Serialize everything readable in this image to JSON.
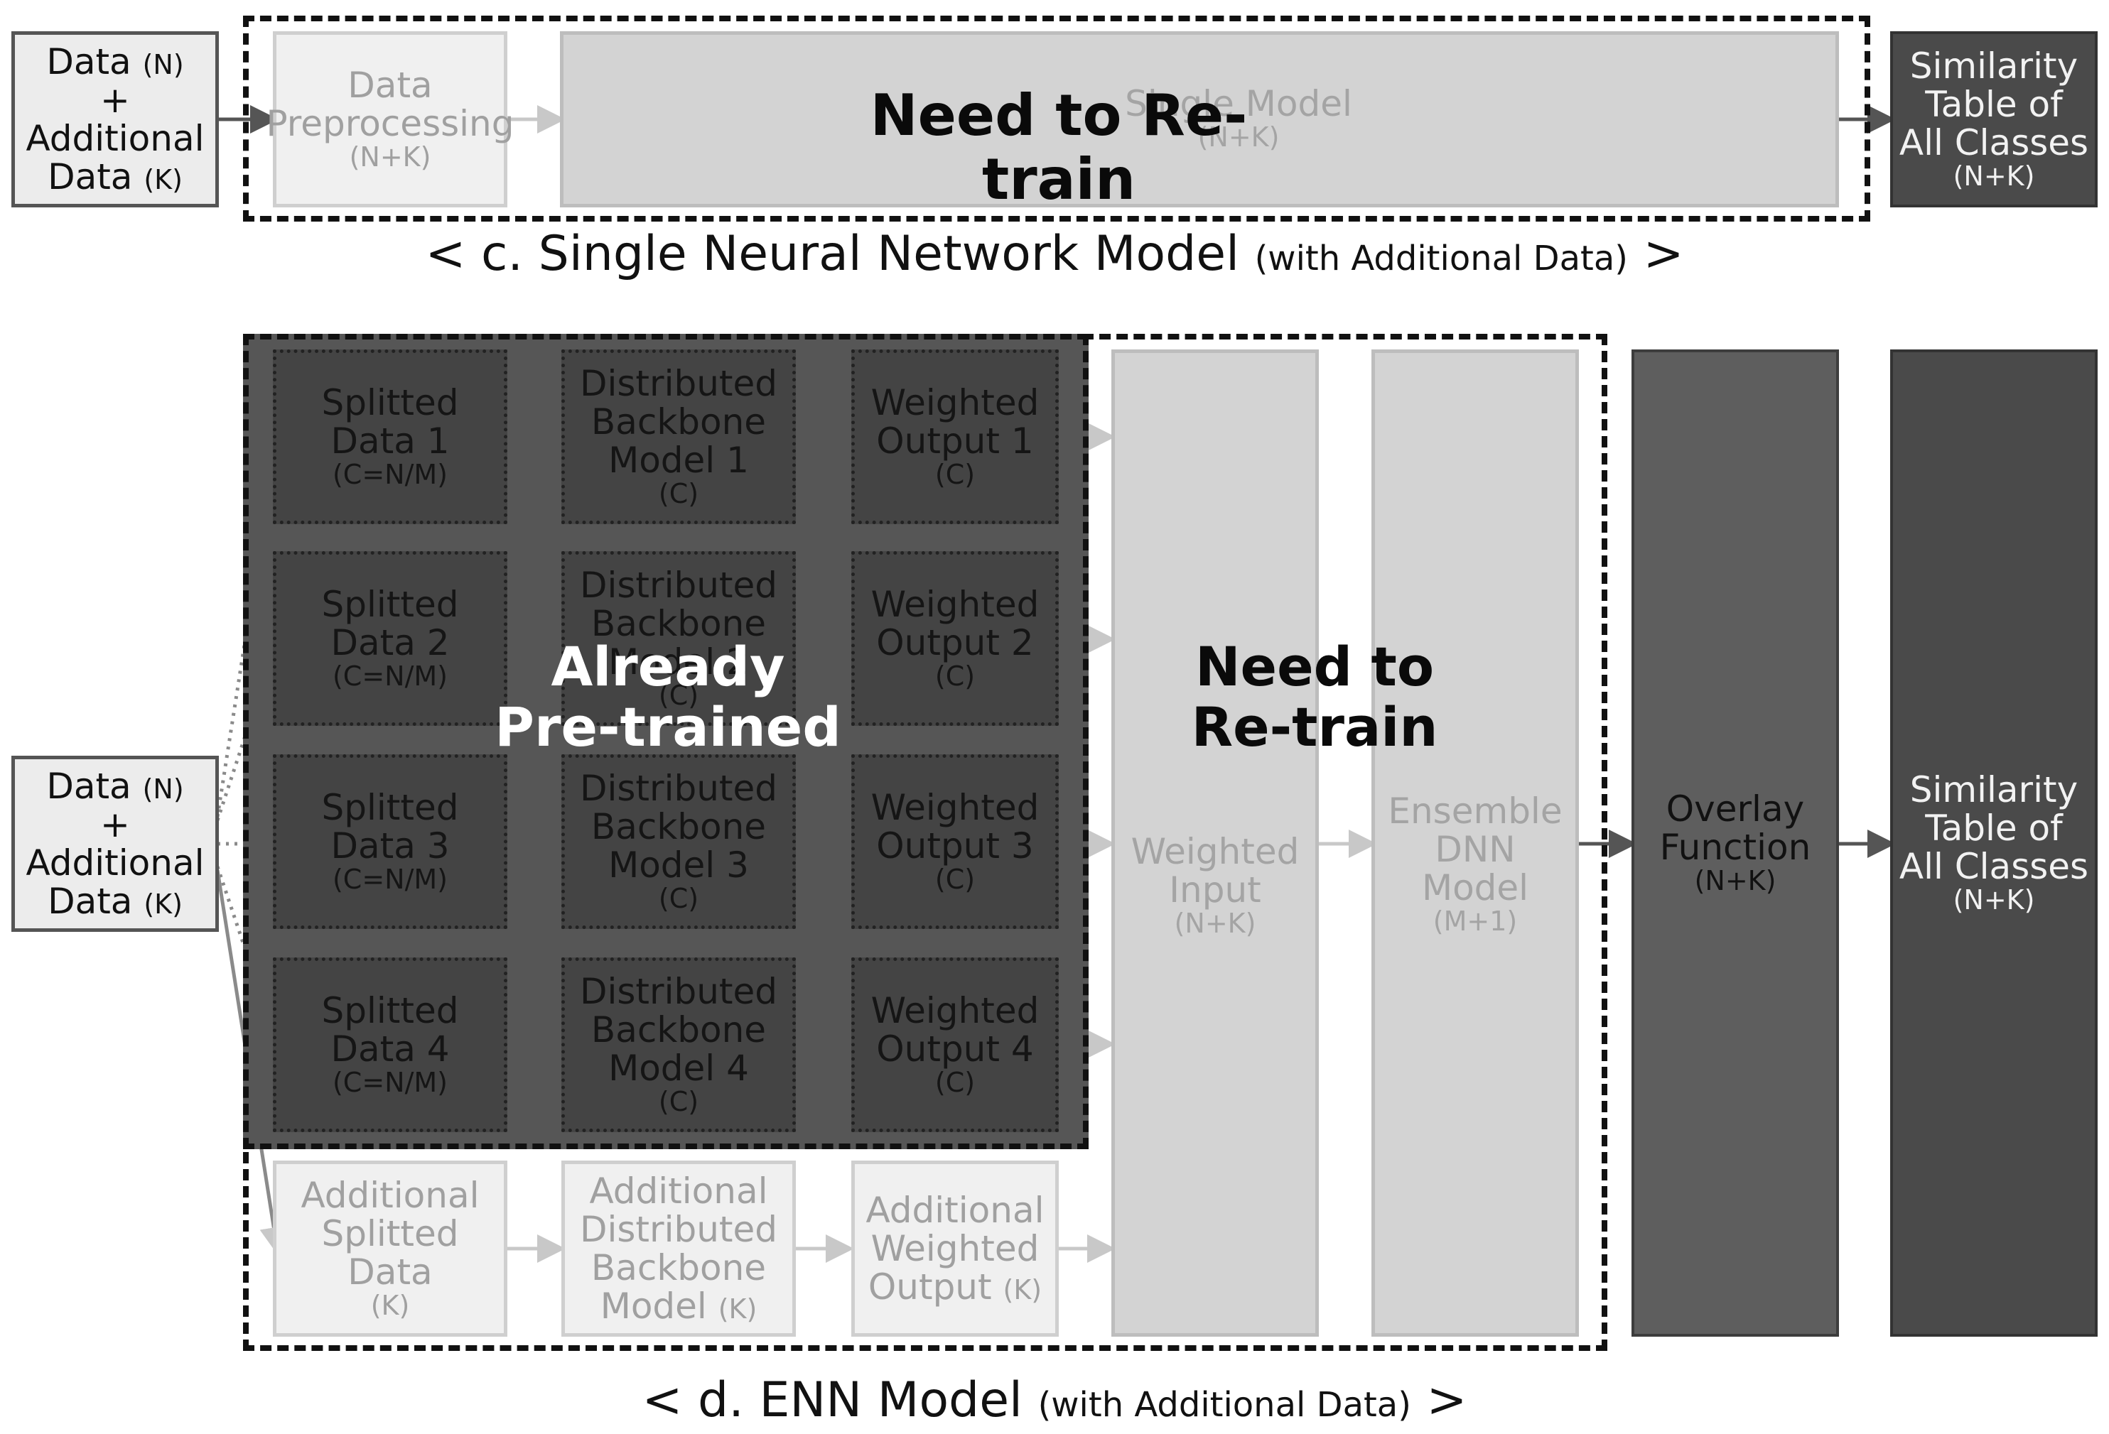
{
  "section_c": {
    "input": {
      "line1": "Data",
      "n": "(N)",
      "plus": "+",
      "line3": "Additional",
      "line4": "Data",
      "k": "(K)"
    },
    "preprocessing": {
      "line1": "Data",
      "line2": "Preprocessing",
      "sub": "(N+K)"
    },
    "single_model": {
      "label": "Single Model",
      "sub": "(N+K)"
    },
    "retrain": "Need to Re-train",
    "output": {
      "line1": "Similarity",
      "line2": "Table of",
      "line3": "All Classes",
      "sub": "(N+K)"
    },
    "caption": {
      "main": "< c. Single Neural Network Model ",
      "sub": "(with Additional Data)",
      "end": " >"
    }
  },
  "section_d": {
    "input": {
      "line1": "Data",
      "n": "(N)",
      "plus": "+",
      "line3": "Additional",
      "line4": "Data",
      "k": "(K)"
    },
    "rows": [
      {
        "split": [
          "Splitted",
          "Data 1"
        ],
        "split_sub": "(C=N/M)",
        "backbone": [
          "Distributed",
          "Backbone",
          "Model 1"
        ],
        "backbone_sub": "(C)",
        "weighted": [
          "Weighted",
          "Output 1"
        ],
        "weighted_sub": "(C)"
      },
      {
        "split": [
          "Splitted",
          "Data 2"
        ],
        "split_sub": "(C=N/M)",
        "backbone": [
          "Distributed",
          "Backbone",
          "Model 2"
        ],
        "backbone_sub": "(C)",
        "weighted": [
          "Weighted",
          "Output 2"
        ],
        "weighted_sub": "(C)"
      },
      {
        "split": [
          "Splitted",
          "Data 3"
        ],
        "split_sub": "(C=N/M)",
        "backbone": [
          "Distributed",
          "Backbone",
          "Model 3"
        ],
        "backbone_sub": "(C)",
        "weighted": [
          "Weighted",
          "Output 3"
        ],
        "weighted_sub": "(C)"
      },
      {
        "split": [
          "Splitted",
          "Data 4"
        ],
        "split_sub": "(C=N/M)",
        "backbone": [
          "Distributed",
          "Backbone",
          "Model 4"
        ],
        "backbone_sub": "(C)",
        "weighted": [
          "Weighted",
          "Output 4"
        ],
        "weighted_sub": "(C)"
      }
    ],
    "additional": {
      "split": [
        "Additional",
        "Splitted",
        "Data"
      ],
      "split_sub": "(K)",
      "backbone": [
        "Additional",
        "Distributed",
        "Backbone",
        "Model "
      ],
      "backbone_sub": "(K)",
      "weighted": [
        "Additional",
        "Weighted",
        "Output "
      ],
      "weighted_sub": "(K)"
    },
    "pretrained": [
      "Already",
      "Pre-trained"
    ],
    "retrain": [
      "Need to",
      "Re-train"
    ],
    "weighted_input": {
      "line1": "Weighted",
      "line2": "Input",
      "sub": "(N+K)"
    },
    "ensemble": {
      "line1": "Ensemble",
      "line2": "DNN",
      "line3": "Model",
      "sub": "(M+1)"
    },
    "overlay": {
      "line1": "Overlay",
      "line2": "Function",
      "sub": "(N+K)"
    },
    "output": {
      "line1": "Similarity",
      "line2": "Table of",
      "line3": "All Classes",
      "sub": "(N+K)"
    },
    "caption": {
      "main": "< d. ENN Model ",
      "sub": "(with Additional Data)",
      "end": " >"
    }
  }
}
